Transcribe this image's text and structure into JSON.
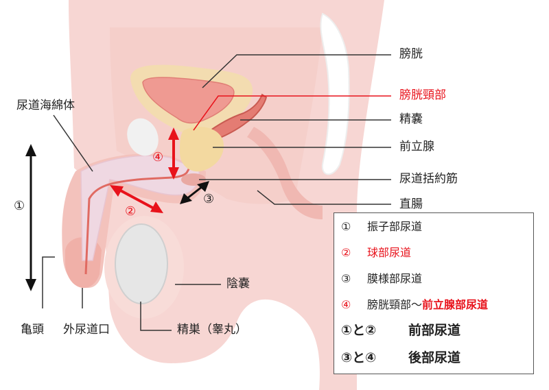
{
  "labels": {
    "bladder": "膀胱",
    "bladder_neck": "膀胱頸部",
    "seminal_vesicle": "精嚢",
    "prostate": "前立腺",
    "urethral_sphincter": "尿道括約筋",
    "rectum": "直腸",
    "corpus_spongiosum": "尿道海綿体",
    "scrotum": "陰嚢",
    "testis": "精巣（睾丸）",
    "glans": "亀頭",
    "external_meatus": "外尿道口"
  },
  "markers": {
    "m1": "①",
    "m2": "②",
    "m3": "③",
    "m4": "④"
  },
  "legend": {
    "rows": [
      {
        "num": "①",
        "text": "振子部尿道"
      },
      {
        "num": "②",
        "text": "球部尿道"
      },
      {
        "num": "③",
        "text": "膜様部尿道"
      },
      {
        "num": "④",
        "text": "膀胱頸部～",
        "text2": "前立腺部尿道"
      }
    ],
    "anterior": {
      "pair": "①と②",
      "text": "前部尿道"
    },
    "posterior": {
      "pair": "③と④",
      "text": "後部尿道"
    }
  },
  "colors": {
    "skin": "#f7d6d3",
    "skin_light": "#fbe7e4",
    "tissue": "#f4c1bc",
    "bladder_wall": "#f3dcb0",
    "bladder_inner": "#ef9a92",
    "prostate": "#f3d9a0",
    "testis": "#e6e6e6",
    "accent_red": "#e8121b",
    "line": "#333333"
  }
}
